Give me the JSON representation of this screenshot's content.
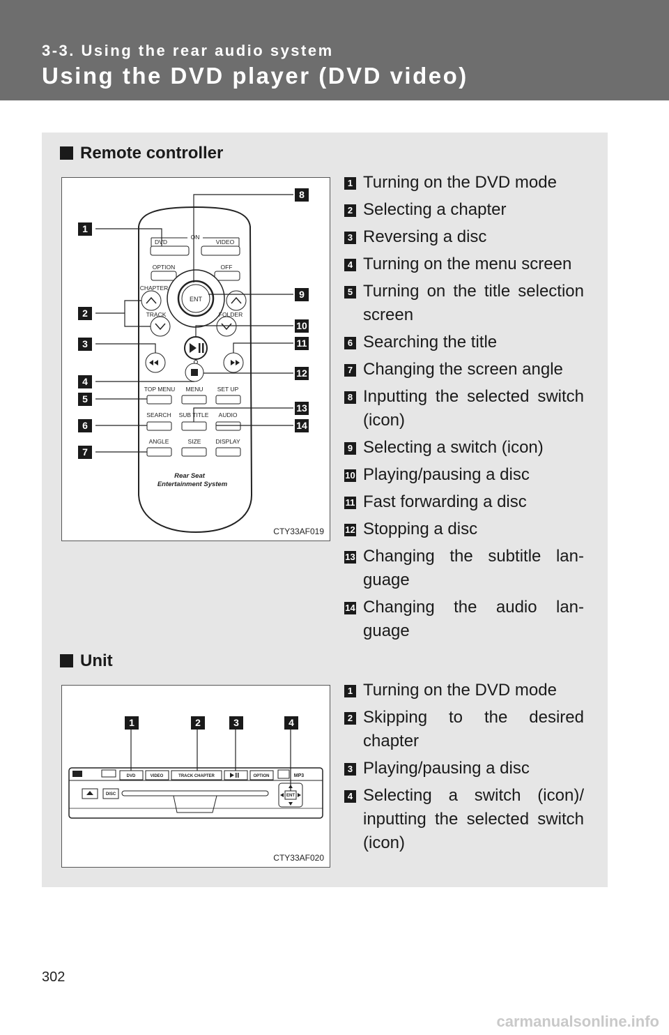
{
  "header": {
    "section": "3-3. Using the rear audio system",
    "title": "Using the DVD player (DVD video)"
  },
  "remote": {
    "heading": "Remote controller",
    "figure_code": "CTY33AF019",
    "labels": {
      "on": "ON",
      "dvd": "DVD",
      "video": "VIDEO",
      "option": "OPTION",
      "off": "OFF",
      "chapter": "CHAPTER",
      "track": "TRACK",
      "folder": "FOLDER",
      "ent": "ENT",
      "top_menu": "TOP MENU",
      "menu": "MENU",
      "set_up": "SET UP",
      "search": "SEARCH",
      "sub_title": "SUB TITLE",
      "audio": "AUDIO",
      "angle": "ANGLE",
      "size": "SIZE",
      "display": "DISPLAY",
      "brand_1": "Rear Seat",
      "brand_2": "Entertainment System"
    },
    "callouts": [
      "1",
      "2",
      "3",
      "4",
      "5",
      "6",
      "7",
      "8",
      "9",
      "10",
      "11",
      "12",
      "13",
      "14"
    ],
    "items": [
      {
        "n": "1",
        "text": "Turning on the DVD mode"
      },
      {
        "n": "2",
        "text": "Selecting a chapter"
      },
      {
        "n": "3",
        "text": "Reversing a disc"
      },
      {
        "n": "4",
        "text": "Turning on the menu screen"
      },
      {
        "n": "5",
        "text": "Turning on the title selection screen"
      },
      {
        "n": "6",
        "text": "Searching the title"
      },
      {
        "n": "7",
        "text": "Changing the screen angle"
      },
      {
        "n": "8",
        "text": "Inputting the selected switch (icon)"
      },
      {
        "n": "9",
        "text": "Selecting a switch (icon)"
      },
      {
        "n": "10",
        "text": "Playing/pausing a disc"
      },
      {
        "n": "11",
        "text": "Fast forwarding a disc"
      },
      {
        "n": "12",
        "text": "Stopping a disc"
      },
      {
        "n": "13",
        "text": "Changing the subtitle lan-guage"
      },
      {
        "n": "14",
        "text": "Changing the audio lan-guage"
      }
    ]
  },
  "unit": {
    "heading": "Unit",
    "figure_code": "CTY33AF020",
    "labels": {
      "dvd": "DVD",
      "video": "VIDEO",
      "track_chapter": "TRACK CHAPTER",
      "option": "OPTION",
      "disc": "DISC",
      "ent": "ENT",
      "mp3": "MP3"
    },
    "callouts": [
      "1",
      "2",
      "3",
      "4"
    ],
    "items": [
      {
        "n": "1",
        "text": "Turning on the DVD mode"
      },
      {
        "n": "2",
        "text": "Skipping to the desired chapter"
      },
      {
        "n": "3",
        "text": "Playing/pausing a disc"
      },
      {
        "n": "4",
        "text": "Selecting a switch (icon)/ inputting the selected switch (icon)"
      }
    ]
  },
  "footer": {
    "page_number": "302",
    "watermark": "carmanualsonline.info"
  }
}
